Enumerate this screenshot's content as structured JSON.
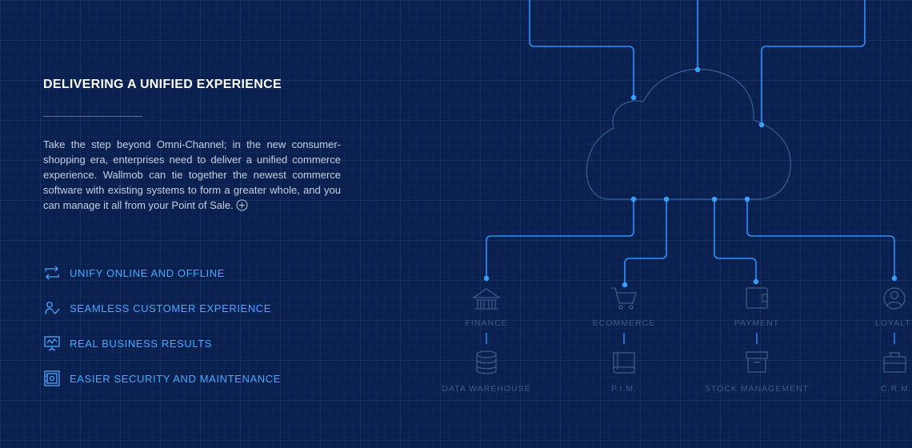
{
  "section": {
    "title": "DELIVERING A UNIFIED EXPERIENCE",
    "description": "Take the step beyond Omni-Channel; in the new consumer-shopping era, enterprises need to deliver a unified commerce experience. Wallmob can tie together the newest commerce software with existing systems to form a greater whole, and you can manage it all from your Point of Sale."
  },
  "features": [
    {
      "label": "UNIFY ONLINE AND OFFLINE",
      "icon": "sync-arrows-icon"
    },
    {
      "label": "SEAMLESS CUSTOMER EXPERIENCE",
      "icon": "customer-check-icon"
    },
    {
      "label": "REAL BUSINESS RESULTS",
      "icon": "presentation-chart-icon"
    },
    {
      "label": "EASIER SECURITY AND MAINTENANCE",
      "icon": "safe-icon"
    }
  ],
  "diagram": {
    "top_row": [
      {
        "label": "FINANCE",
        "icon": "bank-icon"
      },
      {
        "label": "ECOMMERCE",
        "icon": "shopping-cart-icon"
      },
      {
        "label": "PAYMENT",
        "icon": "wallet-icon"
      },
      {
        "label": "LOYALTY",
        "icon": "user-circle-icon"
      }
    ],
    "bottom_row": [
      {
        "label": "DATA WAREHOUSE",
        "icon": "database-icon"
      },
      {
        "label": "P.I.M.",
        "icon": "book-icon"
      },
      {
        "label": "STOCK MANAGEMENT",
        "icon": "storage-box-icon"
      },
      {
        "label": "C.R.M.",
        "icon": "briefcase-icon"
      }
    ]
  },
  "colors": {
    "background": "#0a2150",
    "accent": "#4aa8ff",
    "line": "#2f8fff",
    "muted": "#3f5b87",
    "text": "#c5cfe0"
  }
}
